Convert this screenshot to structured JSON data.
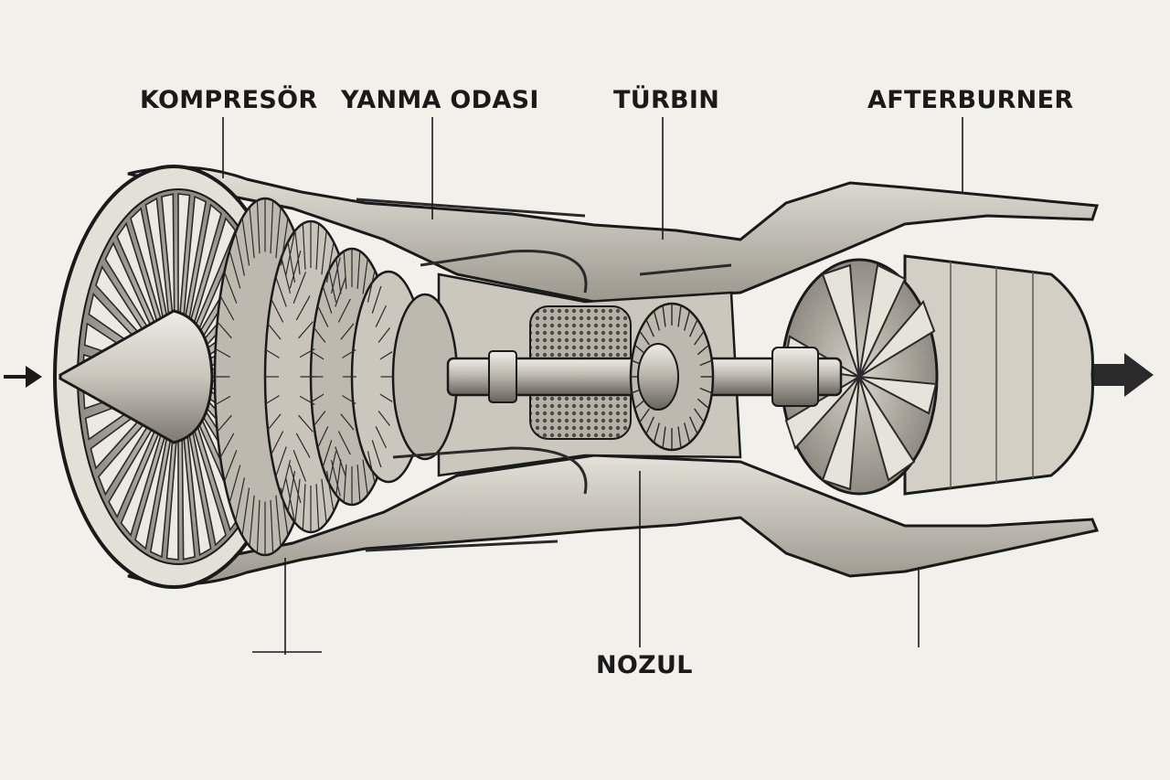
{
  "labels": {
    "compressor": "KOMPRESÖR",
    "combustion": "YANMA ODASI",
    "turbine": "TÜRBIN",
    "afterburner": "AFTERBURNER",
    "nozzle": "NOZUL"
  },
  "colors": {
    "background": "#f2f0ea",
    "ink": "#1a1a1a",
    "metal_light": "#d8d5cd",
    "metal_mid": "#a9a59b",
    "metal_dark": "#5c5953"
  }
}
